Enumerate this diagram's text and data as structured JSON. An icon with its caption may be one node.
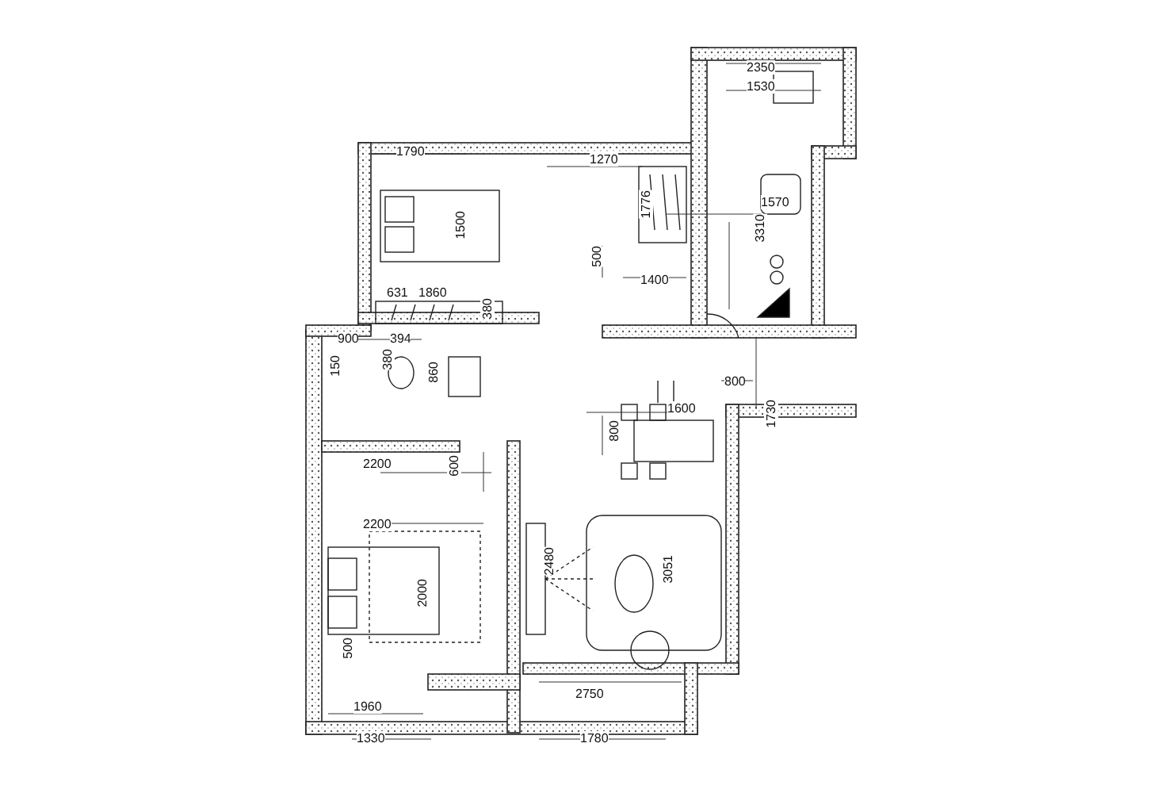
{
  "diagram": {
    "labels": [
      "2350",
      "1530",
      "1790",
      "1270",
      "1570",
      "1500",
      "1776",
      "3310",
      "500",
      "1400",
      "631",
      "1860",
      "380",
      "900",
      "394",
      "150",
      "380",
      "860",
      "800",
      "1730",
      "1600",
      "800",
      "2200",
      "600",
      "2200",
      "2480",
      "3051",
      "2000",
      "500",
      "1960",
      "2750",
      "1330",
      "1780"
    ]
  }
}
